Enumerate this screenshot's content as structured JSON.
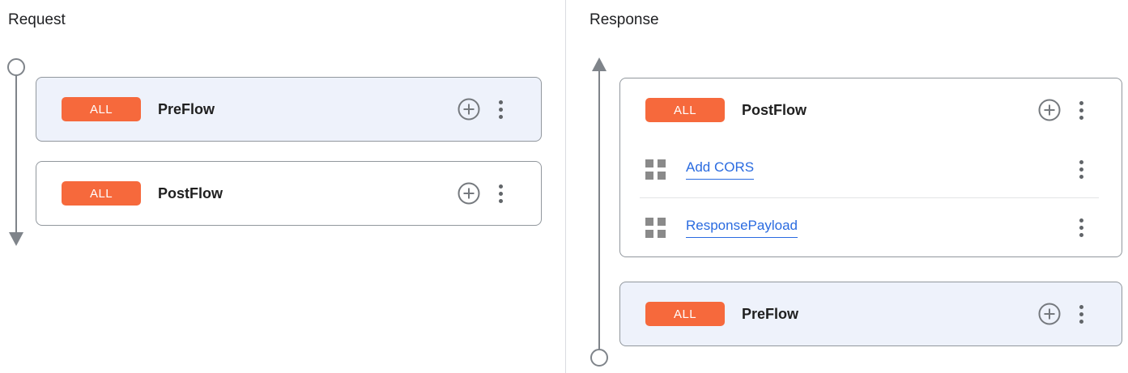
{
  "request_panel": {
    "title": "Request",
    "flows": [
      {
        "badge": "ALL",
        "name": "PreFlow",
        "selected": true
      },
      {
        "badge": "ALL",
        "name": "PostFlow",
        "selected": false
      }
    ]
  },
  "response_panel": {
    "title": "Response",
    "flows": [
      {
        "badge": "ALL",
        "name": "PostFlow",
        "selected": false,
        "policies": [
          {
            "label": "Add CORS"
          },
          {
            "label": "ResponsePayload"
          }
        ]
      },
      {
        "badge": "ALL",
        "name": "PreFlow",
        "selected": true
      }
    ]
  },
  "icons": {
    "add_policy": "plus-circle-icon",
    "more_options": "kebab-menu-icon",
    "policy": "grid-icon",
    "request_direction": "arrow-down",
    "response_direction": "arrow-up"
  },
  "colors": {
    "badge_orange": "#f6693c",
    "selected_flow_bg": "#eef2fb",
    "policy_link_blue": "#2a6be0",
    "card_border_gray": "#91979d",
    "timeline_gray": "#7f848a",
    "panel_divider": "#dadce0"
  }
}
